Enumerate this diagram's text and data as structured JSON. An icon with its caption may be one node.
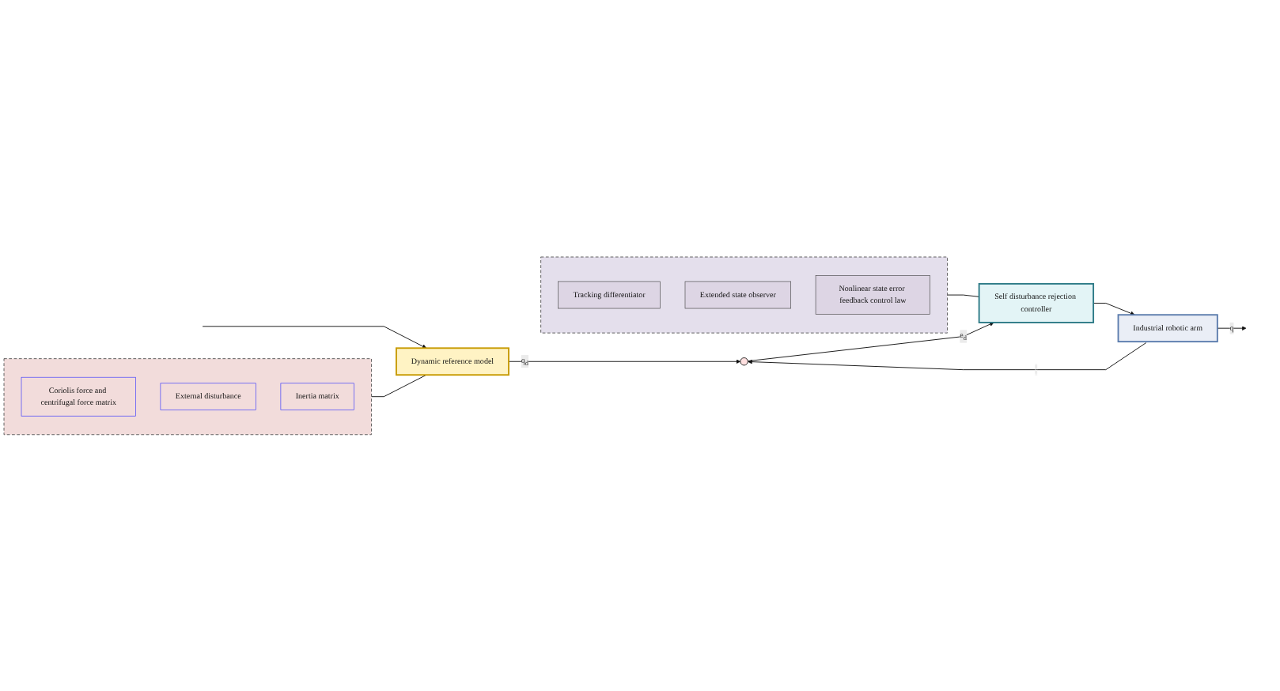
{
  "diagram": {
    "nodes": [
      {
        "text": [],
        "shape": "box"
      },
      {
        "text": [
          "Coriolis force and centrifugal force matrix"
        ],
        "in": 0
      },
      {
        "text": [
          "External disturbance"
        ],
        "in": 0
      },
      {
        "text": [
          "Inertia matrix"
        ],
        "in": 0
      },
      {
        "text": [],
        "shape": "box"
      },
      {
        "text": [
          "Tracking differentiator"
        ],
        "in": 4
      },
      {
        "text": [
          "Extended state observer"
        ],
        "in": 4
      },
      {
        "text": [
          "Nonlinear state error feedback control law"
        ],
        "in": 4
      },
      {
        "text": [
          "Dynamic reference model"
        ]
      },
      {
        "text": [],
        "shape": "circle"
      },
      {
        "text": [
          "Self disturbance rejection controller"
        ]
      },
      {
        "text": [
          "Industrial robotic arm"
        ]
      }
    ],
    "edges": [
      {
        "from": null,
        "to": 8,
        "arrow": "to"
      },
      {
        "from": 8,
        "to": 9,
        "label": "q$_{d}$",
        "arrow": "to"
      },
      {
        "from": 9,
        "to": 10,
        "label": "e$_{d}$",
        "arrow": "to"
      },
      {
        "from": 10,
        "to": 11,
        "arrow": "to"
      },
      {
        "from": 11,
        "to": null,
        "label": "q",
        "arrow": "to"
      },
      {
        "from": 11,
        "to": 9,
        "label": "-",
        "arrow": "to"
      },
      {
        "from": 0,
        "to": 8,
        "arrow": "none"
      },
      {
        "from": 4,
        "to": 10,
        "arrow": "none"
      }
    ]
  }
}
